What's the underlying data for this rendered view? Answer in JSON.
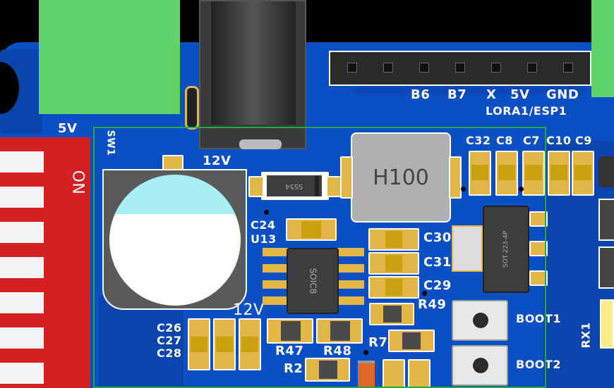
{
  "board": {
    "header_pins": [
      "B6",
      "B7",
      "X",
      "5V",
      "GND"
    ],
    "header_label": "LORA1/ESP1",
    "power_labels": {
      "left_5v": "5V",
      "jack_12v": "12V",
      "cap_12v": "12V"
    },
    "switch": {
      "ref": "SW1",
      "state_label": "ON"
    },
    "inductor": "H100",
    "diode": "SS54",
    "ic_u13": {
      "ref": "U13",
      "package": "SOIC8"
    },
    "regulator_package": "SOT-223-4P",
    "capacitors_top": [
      "C32",
      "C8",
      "C7",
      "C10",
      "C9"
    ],
    "capacitors_mid": [
      "C30",
      "C31",
      "C29"
    ],
    "capacitors_left": [
      "C26",
      "C27",
      "C28"
    ],
    "cap_c24": "C24",
    "resistors": [
      "R49",
      "R47",
      "R48",
      "R7",
      "R2"
    ],
    "buttons": [
      "BOOT1",
      "BOOT2"
    ],
    "rx_label": "RX1",
    "colors": {
      "board": "#0b4fc4",
      "pad": "#e3b648",
      "connector": "#5fd36a",
      "switch": "#d42020",
      "selection": "#24a83f"
    }
  }
}
